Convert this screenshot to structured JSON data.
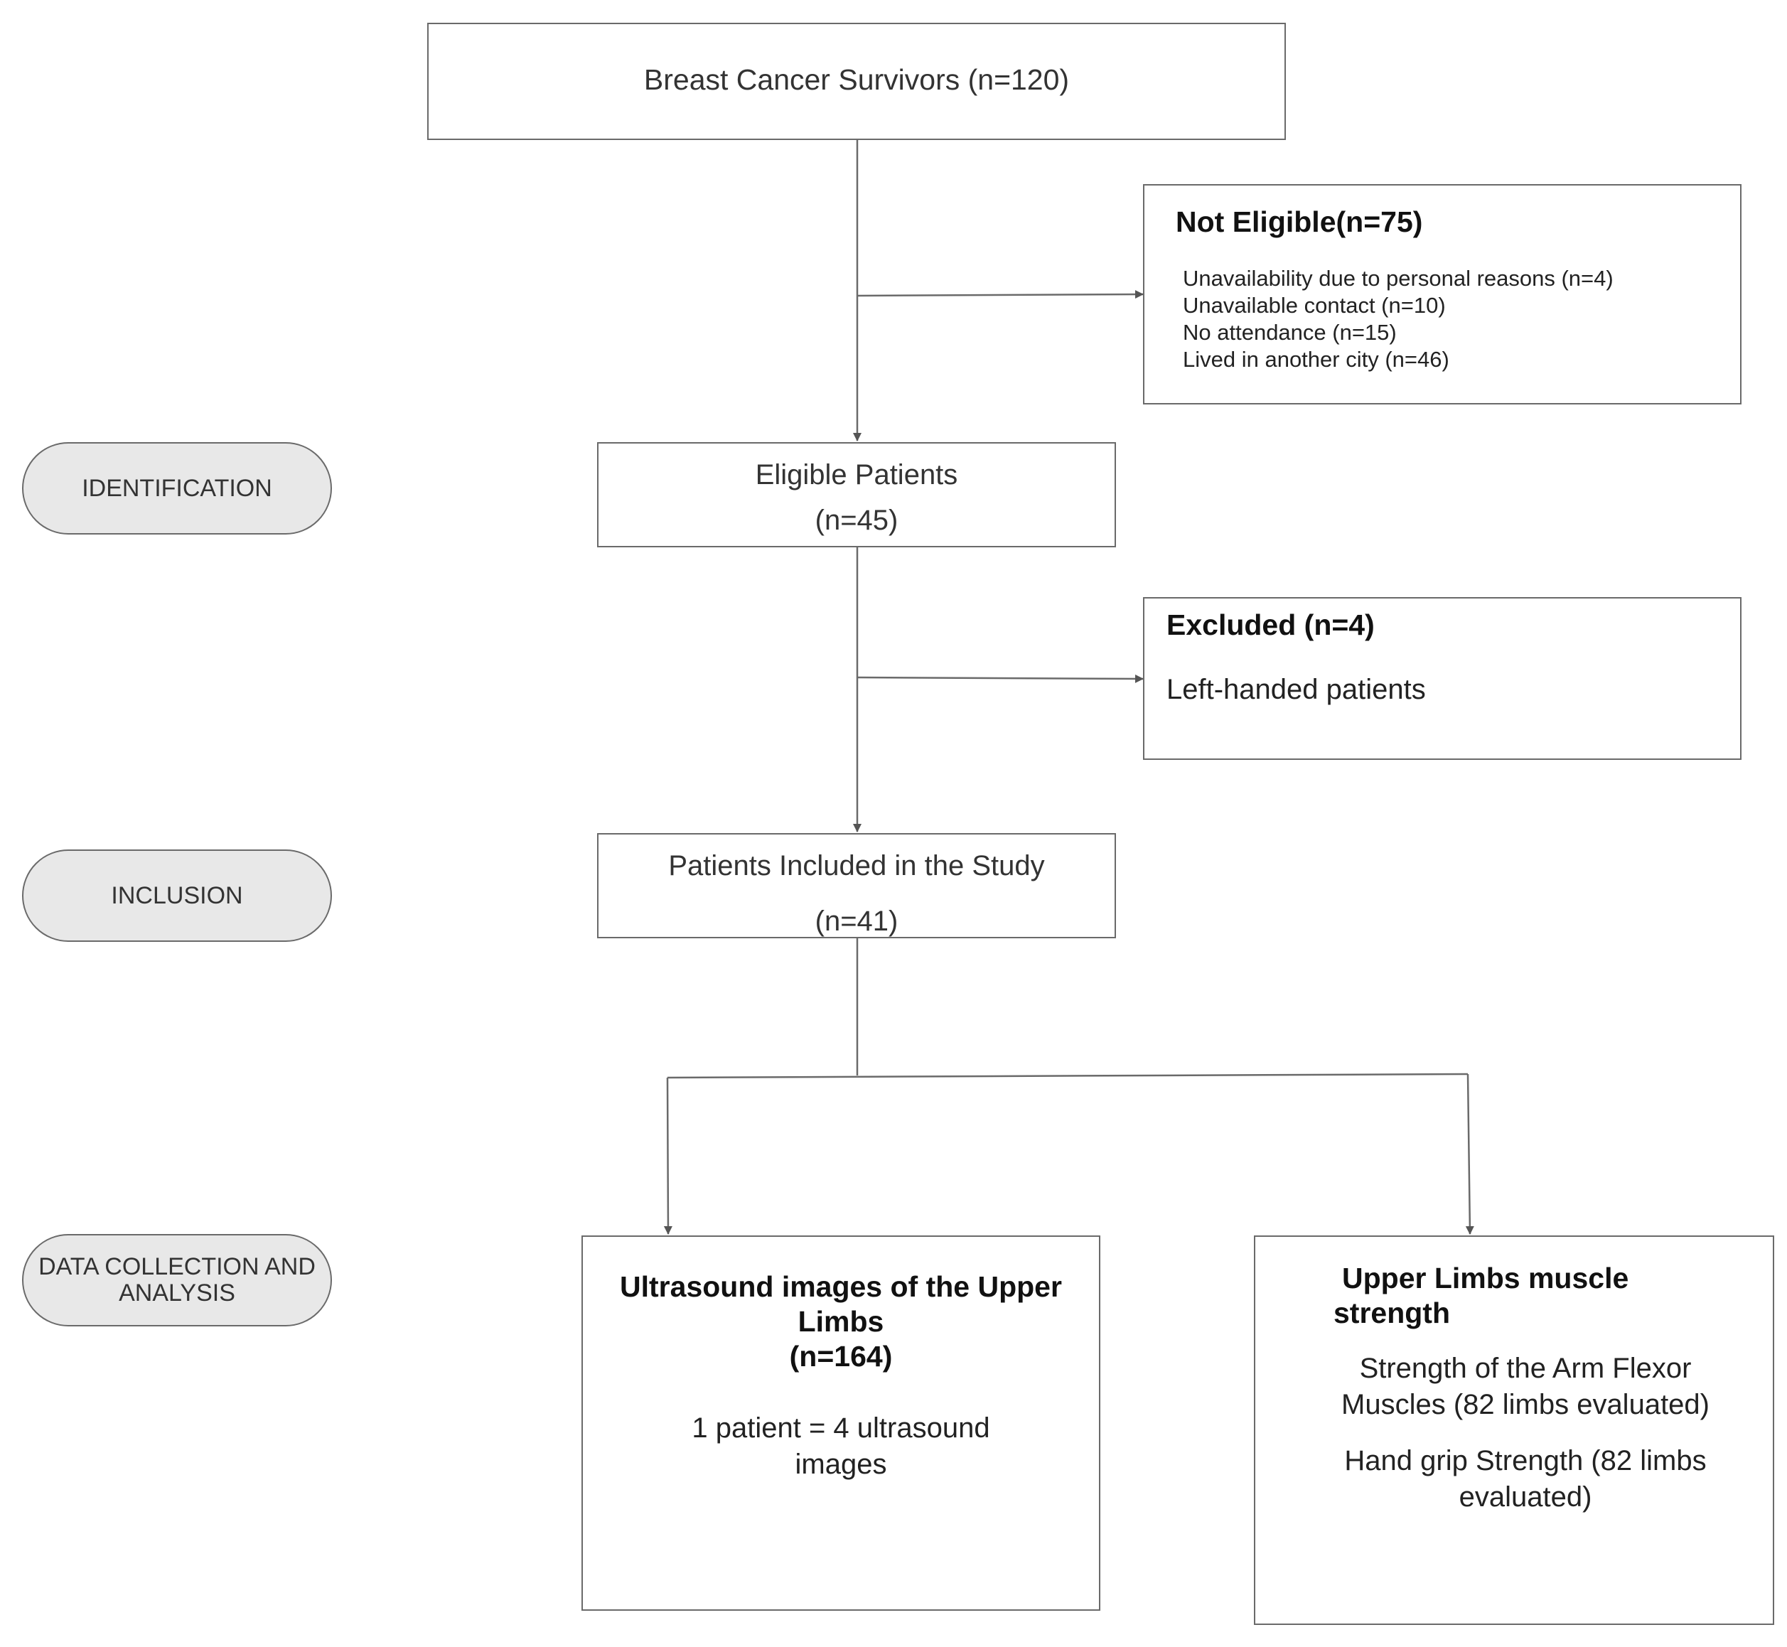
{
  "nodes": {
    "survivors": {
      "text": "Breast Cancer Survivors (n=120)"
    },
    "not_eligible": {
      "title": "Not Eligible(n=75)",
      "items": [
        "Unavailability due to personal reasons (n=4)",
        "Unavailable contact (n=10)",
        "No attendance (n=15)",
        "Lived in another city (n=46)"
      ]
    },
    "eligible": {
      "line1": "Eligible Patients",
      "line2": "(n=45)"
    },
    "excluded": {
      "title": "Excluded (n=4)",
      "reason": "Left-handed patients"
    },
    "included": {
      "line1": "Patients Included in the Study",
      "line2": "(n=41)"
    },
    "ultrasound": {
      "title_lines": [
        "Ultrasound images of the Upper",
        "Limbs",
        "(n=164)"
      ],
      "body_lines": [
        "1 patient = 4 ultrasound",
        "images"
      ]
    },
    "strength": {
      "title_lines": [
        "Upper Limbs muscle",
        "strength"
      ],
      "body_group1": [
        "Strength of the Arm Flexor",
        "Muscles (82 limbs evaluated)"
      ],
      "body_group2": [
        "Hand grip Strength (82 limbs",
        "evaluated)"
      ]
    }
  },
  "phases": {
    "identification": {
      "line1": "IDENTIFICATION"
    },
    "inclusion": {
      "line1": "INCLUSION"
    },
    "data_collection": {
      "line1": "DATA COLLECTION AND",
      "line2": "ANALYSIS"
    }
  },
  "colors": {
    "stroke": "#6a6a6a",
    "pill_fill": "#e8e8e8",
    "box_fill": "#ffffff"
  }
}
